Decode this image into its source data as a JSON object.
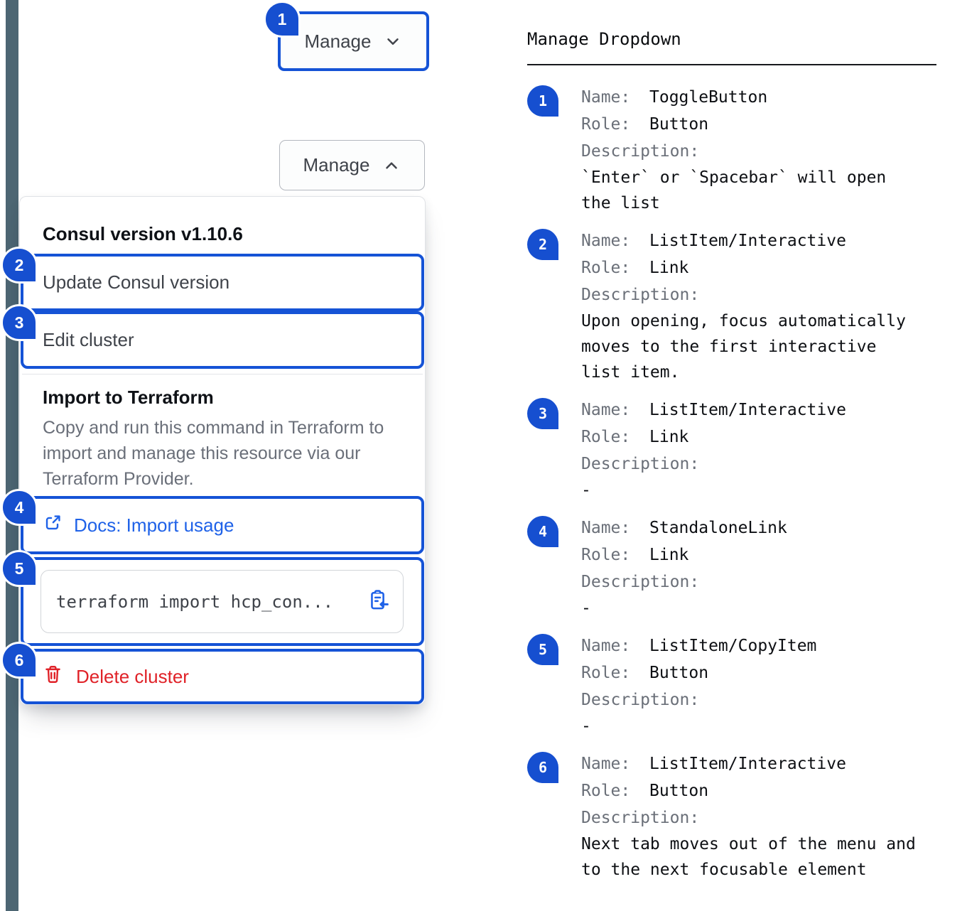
{
  "colors": {
    "accent_ring": "#1553d6",
    "badge_blue": "#164fd0",
    "link_blue": "#1f62e8",
    "danger_red": "#e02228",
    "edge_strip": "#4d6673"
  },
  "toggle_closed": {
    "label": "Manage"
  },
  "toggle_open": {
    "label": "Manage"
  },
  "dropdown": {
    "version_header": "Consul version v1.10.6",
    "update_item": "Update Consul version",
    "edit_item": "Edit cluster",
    "import_section": {
      "title": "Import to Terraform",
      "description": "Copy and run this command in Terraform to import and manage this resource via our Terraform Provider.",
      "docs_link": "Docs: Import usage",
      "command": "terraform import hcp_con..."
    },
    "delete_item": "Delete cluster"
  },
  "panel": {
    "title": "Manage Dropdown",
    "labels": {
      "name": "Name:",
      "role": "Role:",
      "description": "Description:"
    },
    "entries": [
      {
        "num": "1",
        "name": "ToggleButton",
        "role": "Button",
        "description": "`Enter` or `Spacebar` will open the list"
      },
      {
        "num": "2",
        "name": "ListItem/Interactive",
        "role": "Link",
        "description": "Upon opening, focus automatically moves to the first interactive list item."
      },
      {
        "num": "3",
        "name": "ListItem/Interactive",
        "role": "Link",
        "description": "-"
      },
      {
        "num": "4",
        "name": "StandaloneLink",
        "role": "Link",
        "description": "-"
      },
      {
        "num": "5",
        "name": "ListItem/CopyItem",
        "role": "Button",
        "description": "-"
      },
      {
        "num": "6",
        "name": "ListItem/Interactive",
        "role": "Button",
        "description": "Next tab moves out of the menu and to the next focusable element"
      }
    ]
  }
}
